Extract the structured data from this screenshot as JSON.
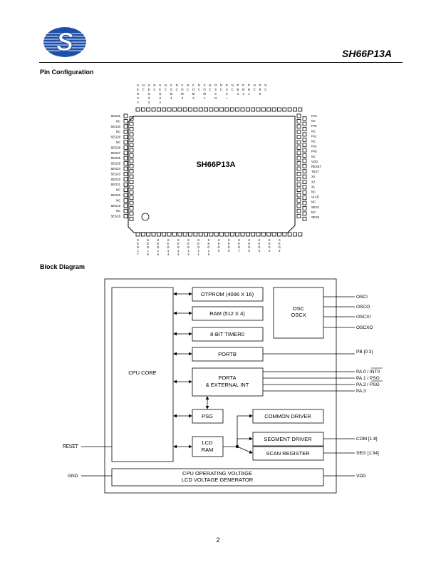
{
  "header": {
    "title": "SH66P13A",
    "logo": "S"
  },
  "sections": {
    "pin_config": "Pin Configuration",
    "block_diagram": "Block Diagram"
  },
  "pin_config": {
    "chip_label": "SH66P13A",
    "top_pins": [
      [
        "S",
        "E",
        "G",
        "3",
        "2"
      ],
      [
        "N",
        "C"
      ],
      [
        "S",
        "E",
        "G",
        "3",
        "3"
      ],
      [
        "N",
        "C"
      ],
      [
        "S",
        "E",
        "G",
        "3",
        "4"
      ],
      [
        "N",
        "C"
      ],
      [
        "C",
        "O",
        "M",
        "4"
      ],
      [
        "N",
        "C"
      ],
      [
        "C",
        "O",
        "M",
        "3"
      ],
      [
        "N",
        "C"
      ],
      [
        "C",
        "O",
        "M",
        "2"
      ],
      [
        "N",
        "C"
      ],
      [
        "C",
        "O",
        "M",
        "1"
      ],
      [
        "N",
        "C"
      ],
      [
        "O",
        "S",
        "C",
        "O"
      ],
      [
        "N",
        "C"
      ],
      [
        "O",
        "S",
        "C",
        "I"
      ],
      [
        "N",
        "C"
      ],
      [
        "P",
        "B",
        "3"
      ],
      [
        "P",
        "B",
        "2"
      ],
      [
        "P",
        "B",
        "1"
      ],
      [
        "N",
        "C"
      ],
      [
        "P",
        "B",
        "0"
      ],
      [
        "N",
        "C"
      ]
    ],
    "bottom_pins": [
      [
        "S",
        "E",
        "G",
        "1",
        "7"
      ],
      [
        "S",
        "E",
        "G",
        "1",
        "6"
      ],
      [
        "S",
        "E",
        "G",
        "1",
        "5"
      ],
      [
        "S",
        "E",
        "G",
        "1",
        "4"
      ],
      [
        "S",
        "E",
        "G",
        "1",
        "3"
      ],
      [
        "S",
        "E",
        "G",
        "1",
        "2"
      ],
      [
        "S",
        "E",
        "G",
        "1",
        "1"
      ],
      [
        "S",
        "E",
        "G",
        "1",
        "0"
      ],
      [
        "S",
        "E",
        "G",
        "9"
      ],
      [
        "S",
        "E",
        "G",
        "8"
      ],
      [
        "S",
        "E",
        "G",
        "7"
      ],
      [
        "S",
        "E",
        "G",
        "6"
      ],
      [
        "S",
        "E",
        "G",
        "5"
      ],
      [
        "S",
        "E",
        "G",
        "4"
      ],
      [
        "S",
        "E",
        "G",
        "3"
      ]
    ],
    "left_pins": [
      "SEG31",
      "NC",
      "SEG30",
      "NC",
      "SEG29",
      "NC",
      "SEG28",
      "SEG27",
      "SEG26",
      "SEG25",
      "SEG24",
      "SEG23",
      "SEG22",
      "SEG21",
      "NC",
      "SEG20",
      "NC",
      "SEG19",
      "NC",
      "SEG18"
    ],
    "right_pins": [
      "PA3",
      "NC",
      "PA0",
      "NC",
      "PA1",
      "NC",
      "PA2",
      "PA5",
      "NC",
      "VDD",
      "RESET",
      "TEST",
      "X3",
      "X2",
      "X1",
      "NC",
      "VLCD",
      "NC",
      "SEG1",
      "NC",
      "SEG2"
    ]
  },
  "block_diagram": {
    "cpu_core": "CPU CORE",
    "otprom": "OTPROM (4096 X 16)",
    "ram": "RAM (512 X 4)",
    "timer": "8-BIT TIMER0",
    "portb": "PORTB",
    "porta_line1": "PORTA",
    "porta_line2": "& EXTERNAL INT",
    "psg": "PSG",
    "lcd_ram_line1": "LCD",
    "lcd_ram_line2": "RAM",
    "common_driver": "COMMON DRIVER",
    "segment_driver": "SEGMENT DRIVER",
    "scan_register": "SCAN REGISTER",
    "osc_line1": "OSC",
    "osc_line2": "OSCX",
    "voltage_line1": "CPU OPERATING VOLTAGE",
    "voltage_line2": "LCD VOLTAGE GENERATOR",
    "signals": {
      "osci": "OSCI",
      "osco": "OSCO",
      "oscxi": "OSCXI",
      "oscxo": "OSCXO",
      "pb": "PB [0:3]",
      "pa0": "PA.0 / INT0",
      "pa1": "PA.1 / PSG",
      "pa2": "PA.2 / PSG",
      "pa3": "PA.3",
      "com": "COM [1:8]",
      "seg": "SEG [1:34]",
      "reset": "RESET",
      "gnd": "GND",
      "vdd": "VDD"
    }
  },
  "footer": {
    "page": "2"
  }
}
